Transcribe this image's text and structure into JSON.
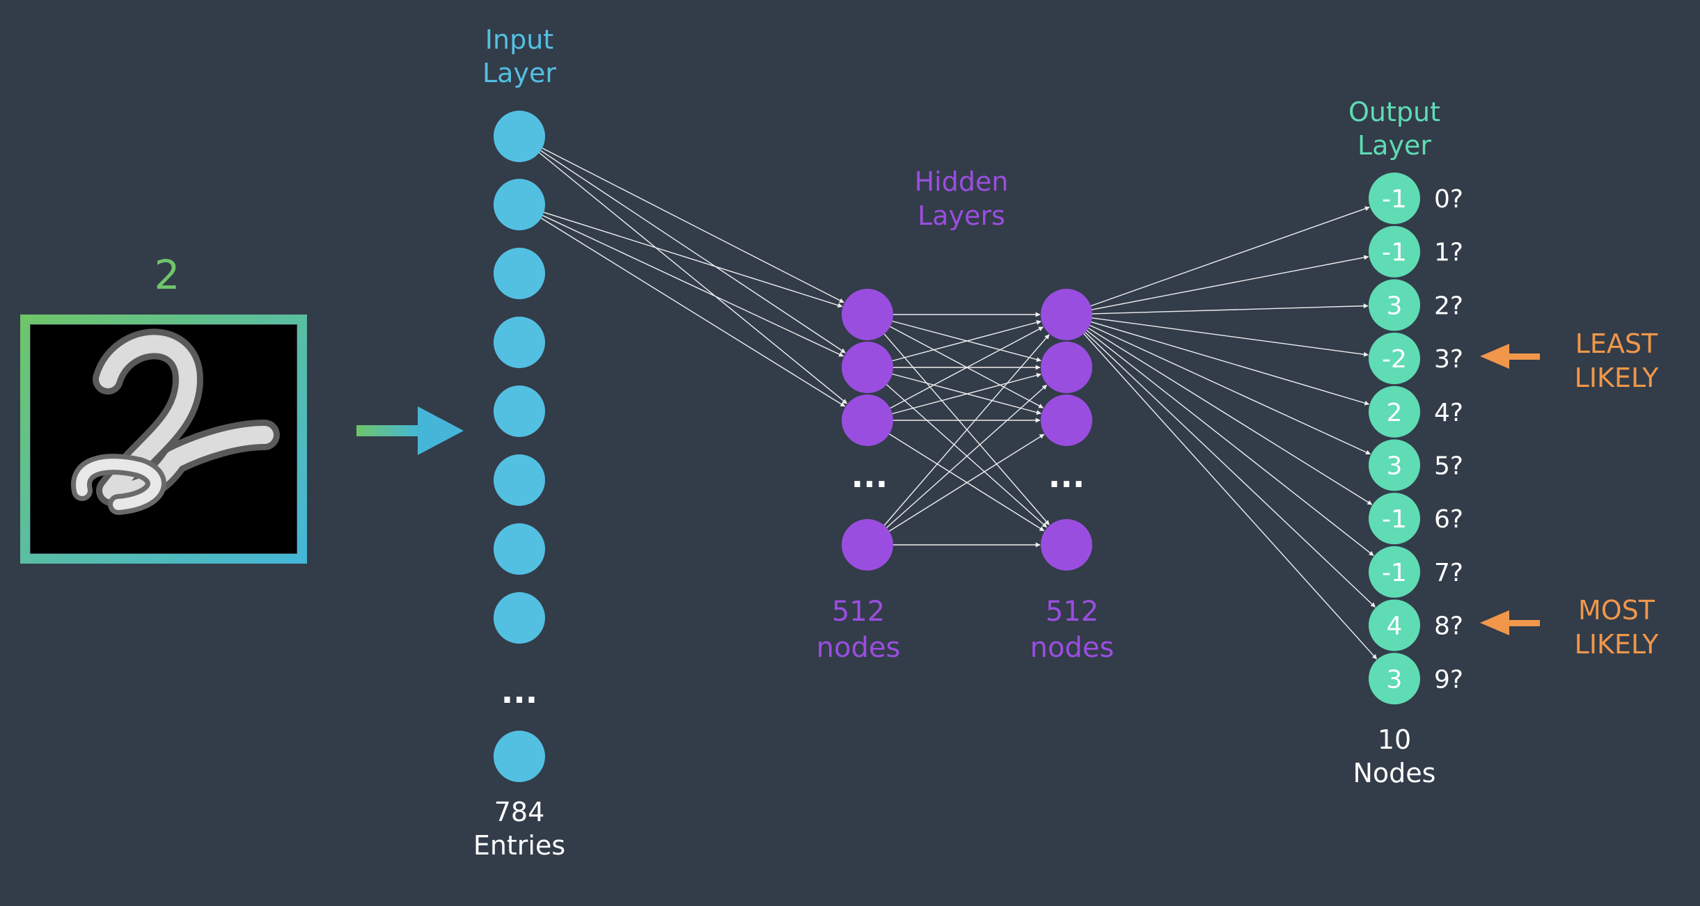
{
  "digit_label": "2",
  "input_layer": {
    "title_lines": [
      "Input",
      "Layer"
    ],
    "ellipsis": "...",
    "count_lines": [
      "784",
      "Entries"
    ]
  },
  "hidden_layers": {
    "title_lines": [
      "Hidden",
      "Layers"
    ],
    "ellipsis": "...",
    "layer1_count_lines": [
      "512",
      "nodes"
    ],
    "layer2_count_lines": [
      "512",
      "nodes"
    ]
  },
  "output_layer": {
    "title_lines": [
      "Output",
      "Layer"
    ],
    "count_lines": [
      "10",
      "Nodes"
    ],
    "nodes": [
      {
        "value": "-1",
        "label": "0?"
      },
      {
        "value": "-1",
        "label": "1?"
      },
      {
        "value": "3",
        "label": "2?"
      },
      {
        "value": "-2",
        "label": "3?"
      },
      {
        "value": "2",
        "label": "4?"
      },
      {
        "value": "3",
        "label": "5?"
      },
      {
        "value": "-1",
        "label": "6?"
      },
      {
        "value": "-1",
        "label": "7?"
      },
      {
        "value": "4",
        "label": "8?"
      },
      {
        "value": "3",
        "label": "9?"
      }
    ]
  },
  "annotations": {
    "least_likely_lines": [
      "LEAST",
      "LIKELY"
    ],
    "most_likely_lines": [
      "MOST",
      "LIKELY"
    ]
  },
  "colors": {
    "background": "#333c49",
    "input_node": "#53c0e2",
    "hidden_node": "#9a4ee0",
    "output_node": "#5fdcb4",
    "annotation": "#f0974a",
    "digit_label": "#6ec56a"
  }
}
